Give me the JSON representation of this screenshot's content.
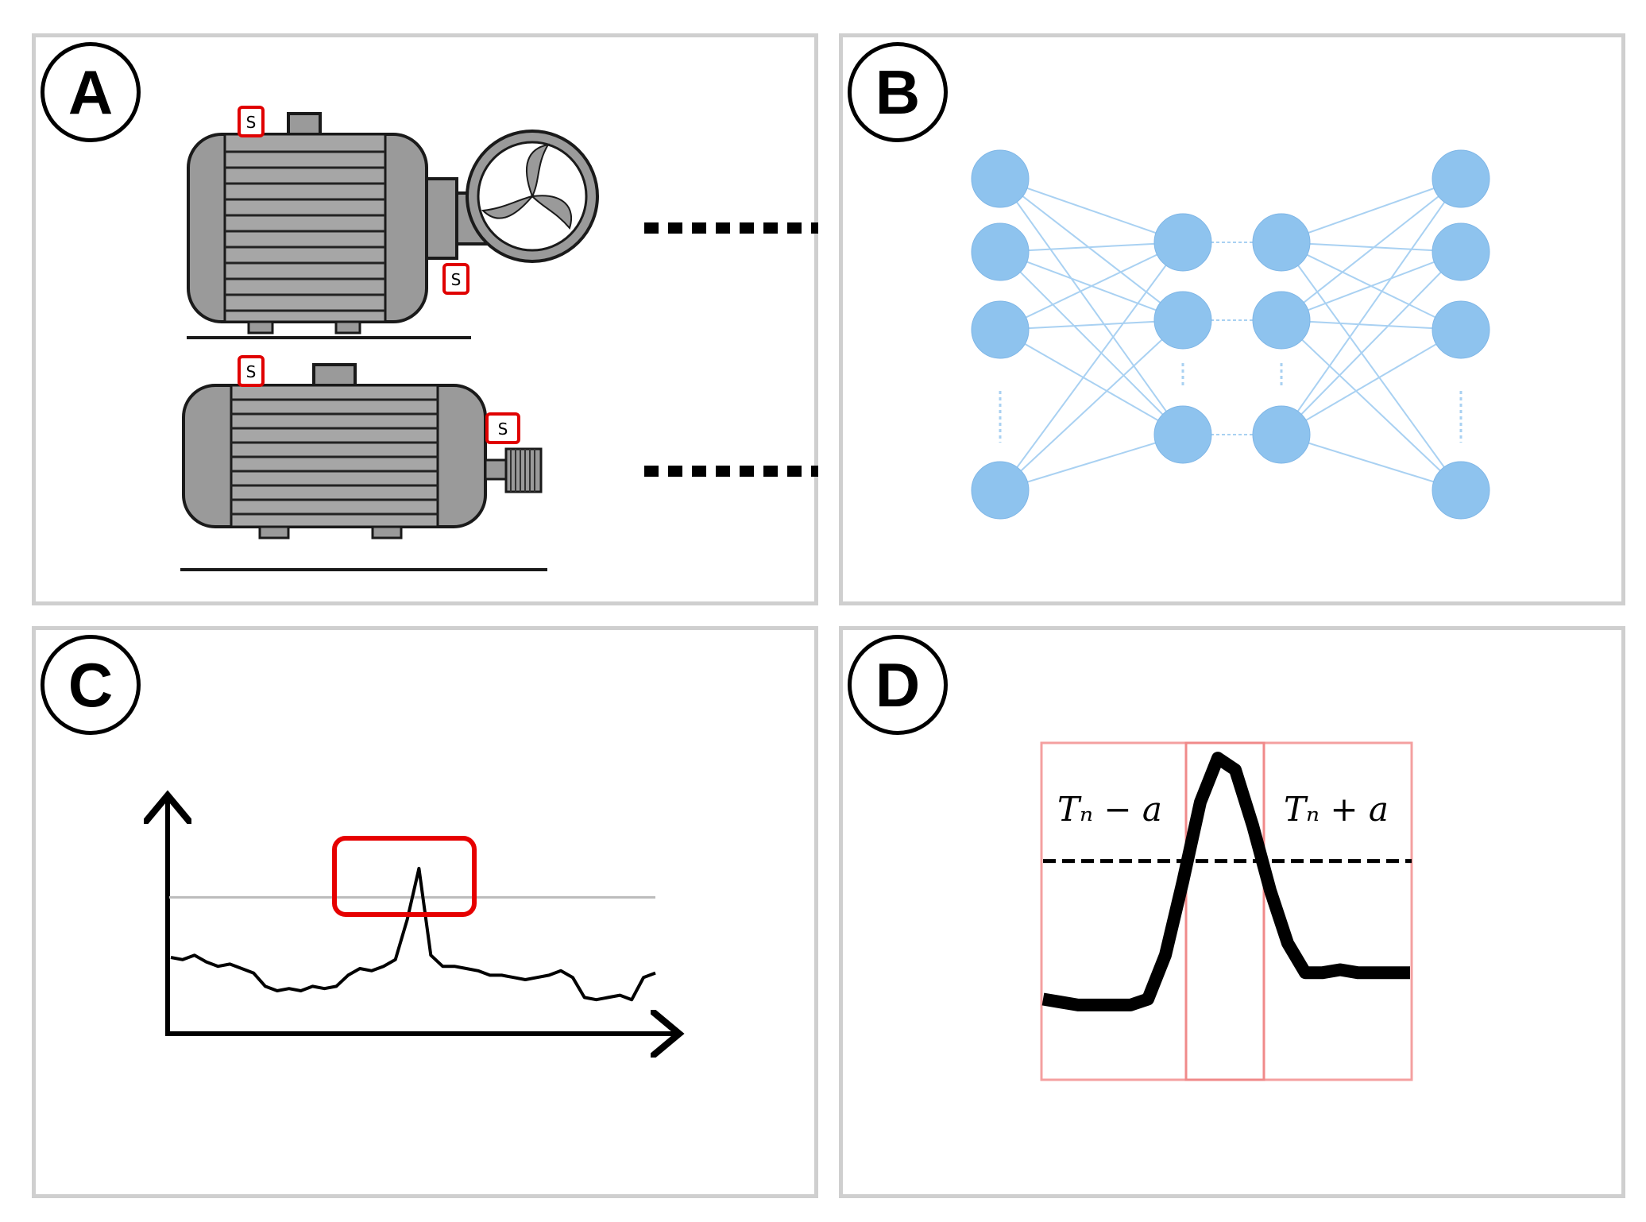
{
  "panels": [
    {
      "id": "A",
      "label": "A"
    },
    {
      "id": "B",
      "label": "B"
    },
    {
      "id": "C",
      "label": "C"
    },
    {
      "id": "D",
      "label": "D"
    }
  ],
  "sensor_label": "S",
  "window_labels": {
    "left": "Tₙ − a",
    "right": "Tₙ + a"
  },
  "colors": {
    "panel_border": "#cfcfcf",
    "motor_body": "#9a9a9a",
    "motor_outline": "#1a1a1a",
    "sensor_border": "#e00000",
    "node_fill": "#8ec3ee",
    "node_edge": "#a9d1f2",
    "highlight_box": "#e60000",
    "window_box": "#f4a0a0",
    "threshold_line": "#bbbbbb",
    "signal": "#000000"
  },
  "network": {
    "layers": [
      4,
      3,
      3,
      4
    ],
    "ellipsis_between_nodes": true
  },
  "signal_c": {
    "points": [
      0.35,
      0.34,
      0.36,
      0.33,
      0.31,
      0.32,
      0.3,
      0.28,
      0.22,
      0.2,
      0.21,
      0.2,
      0.22,
      0.21,
      0.22,
      0.27,
      0.3,
      0.29,
      0.31,
      0.34,
      0.52,
      0.75,
      0.36,
      0.31,
      0.31,
      0.3,
      0.29,
      0.27,
      0.27,
      0.26,
      0.25,
      0.26,
      0.27,
      0.29,
      0.26,
      0.17,
      0.16,
      0.17,
      0.18,
      0.16,
      0.26,
      0.28
    ],
    "threshold": 0.62
  },
  "signal_d": {
    "points": [
      0.15,
      0.14,
      0.13,
      0.13,
      0.13,
      0.13,
      0.15,
      0.3,
      0.55,
      0.82,
      0.97,
      0.93,
      0.74,
      0.52,
      0.34,
      0.24,
      0.24,
      0.25,
      0.24,
      0.24,
      0.24,
      0.24
    ],
    "threshold": 0.62
  }
}
